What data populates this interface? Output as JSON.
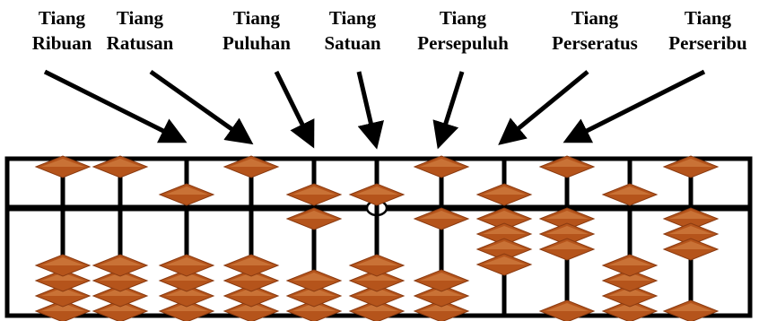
{
  "diagram": {
    "labels": [
      {
        "line1": "Tiang",
        "line2": "Ribuan"
      },
      {
        "line1": "Tiang",
        "line2": "Ratusan"
      },
      {
        "line1": "Tiang",
        "line2": "Puluhan"
      },
      {
        "line1": "Tiang",
        "line2": "Satuan"
      },
      {
        "line1": "Tiang",
        "line2": "Persepuluh"
      },
      {
        "line1": "Tiang",
        "line2": "Perseratus"
      },
      {
        "line1": "Tiang",
        "line2": "Perseribu"
      }
    ],
    "rods": [
      {
        "heaven_set": false,
        "earth_set": 0
      },
      {
        "heaven_set": false,
        "earth_set": 0
      },
      {
        "heaven_set": true,
        "earth_set": 0
      },
      {
        "heaven_set": false,
        "earth_set": 0
      },
      {
        "heaven_set": true,
        "earth_set": 1
      },
      {
        "heaven_set": true,
        "earth_set": 0
      },
      {
        "heaven_set": false,
        "earth_set": 1
      },
      {
        "heaven_set": true,
        "earth_set": 4
      },
      {
        "heaven_set": false,
        "earth_set": 3
      },
      {
        "heaven_set": true,
        "earth_set": 0
      },
      {
        "heaven_set": false,
        "earth_set": 3
      }
    ],
    "colors": {
      "bead_fill": "#b5541b",
      "bead_stroke": "#8a3a10",
      "bead_highlight": "#d98a4c",
      "frame": "#000000"
    }
  }
}
